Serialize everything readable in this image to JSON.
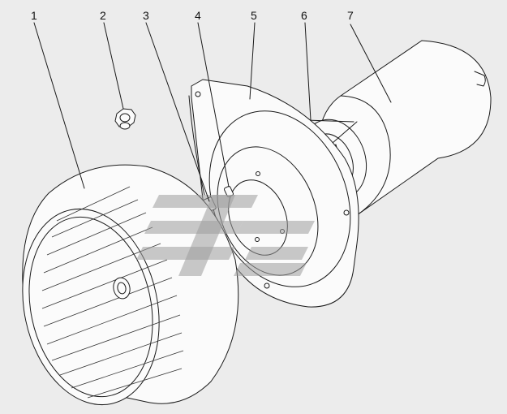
{
  "callouts": [
    "1",
    "2",
    "3",
    "4",
    "5",
    "6",
    "7"
  ],
  "colors": {
    "background": "#ececec",
    "linework": "#1a1a1a",
    "watermark": "#9c9c9c"
  }
}
